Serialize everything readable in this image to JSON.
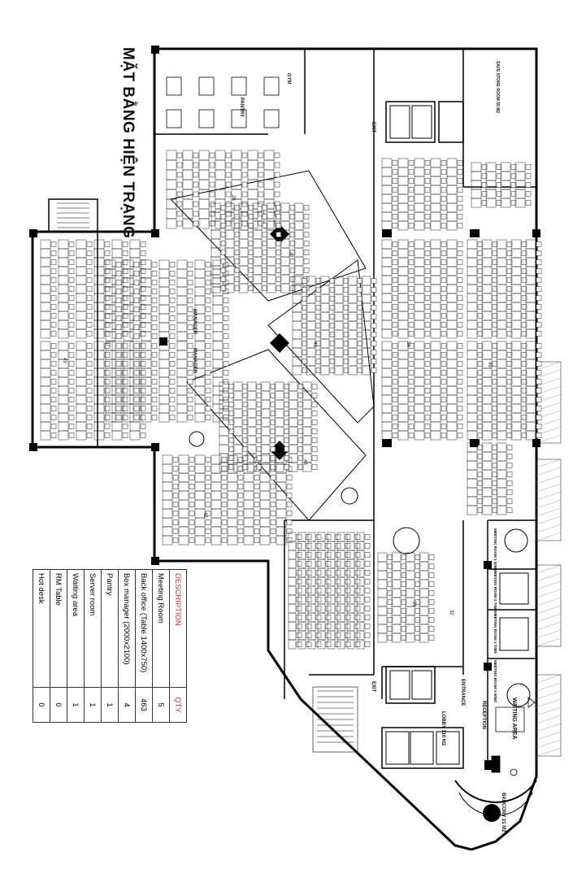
{
  "title": "MẶT BẰNG HIỆN TRẠNG",
  "labels": {
    "manager1": "MANAGER",
    "manager2": "MANAGER",
    "exit1": "EXIT",
    "exit2": "EXIT",
    "entrance": "ENTRANCE",
    "reception": "RECEPTION",
    "waiting": "WAITING AREA",
    "lobby": "LOBBY 110 M2",
    "balcony": "BANCONY 21 M2",
    "pantry": "PANTRY",
    "gym": "GYM",
    "safe": "SAFE STORE ROOM 55 M2",
    "meet1": "MEETING ROOM 1 50M2",
    "meet2": "MEETING ROOM 2 70M2",
    "meet3": "MEETING ROOM 3 70M2",
    "meet4": "MEETING ROOM 4 50M2"
  },
  "zone_numbers": [
    "26",
    "42",
    "57",
    "43",
    "49",
    "43",
    "42",
    "24",
    "32",
    "56",
    "45"
  ],
  "legend": {
    "header_desc": "DESCRIPTION",
    "header_qty": "QTY",
    "rows": [
      {
        "desc": "Meeting Room",
        "qty": "5"
      },
      {
        "desc": "Back office (Table 1400x750)",
        "qty": "463"
      },
      {
        "desc": "Box manager (2000x2100)",
        "qty": "4"
      },
      {
        "desc": "Pantry",
        "qty": "1"
      },
      {
        "desc": "Server room",
        "qty": "1"
      },
      {
        "desc": "Waiting area",
        "qty": "1"
      },
      {
        "desc": "RM Table",
        "qty": "0"
      },
      {
        "desc": "Hot desk",
        "qty": "0"
      }
    ]
  }
}
